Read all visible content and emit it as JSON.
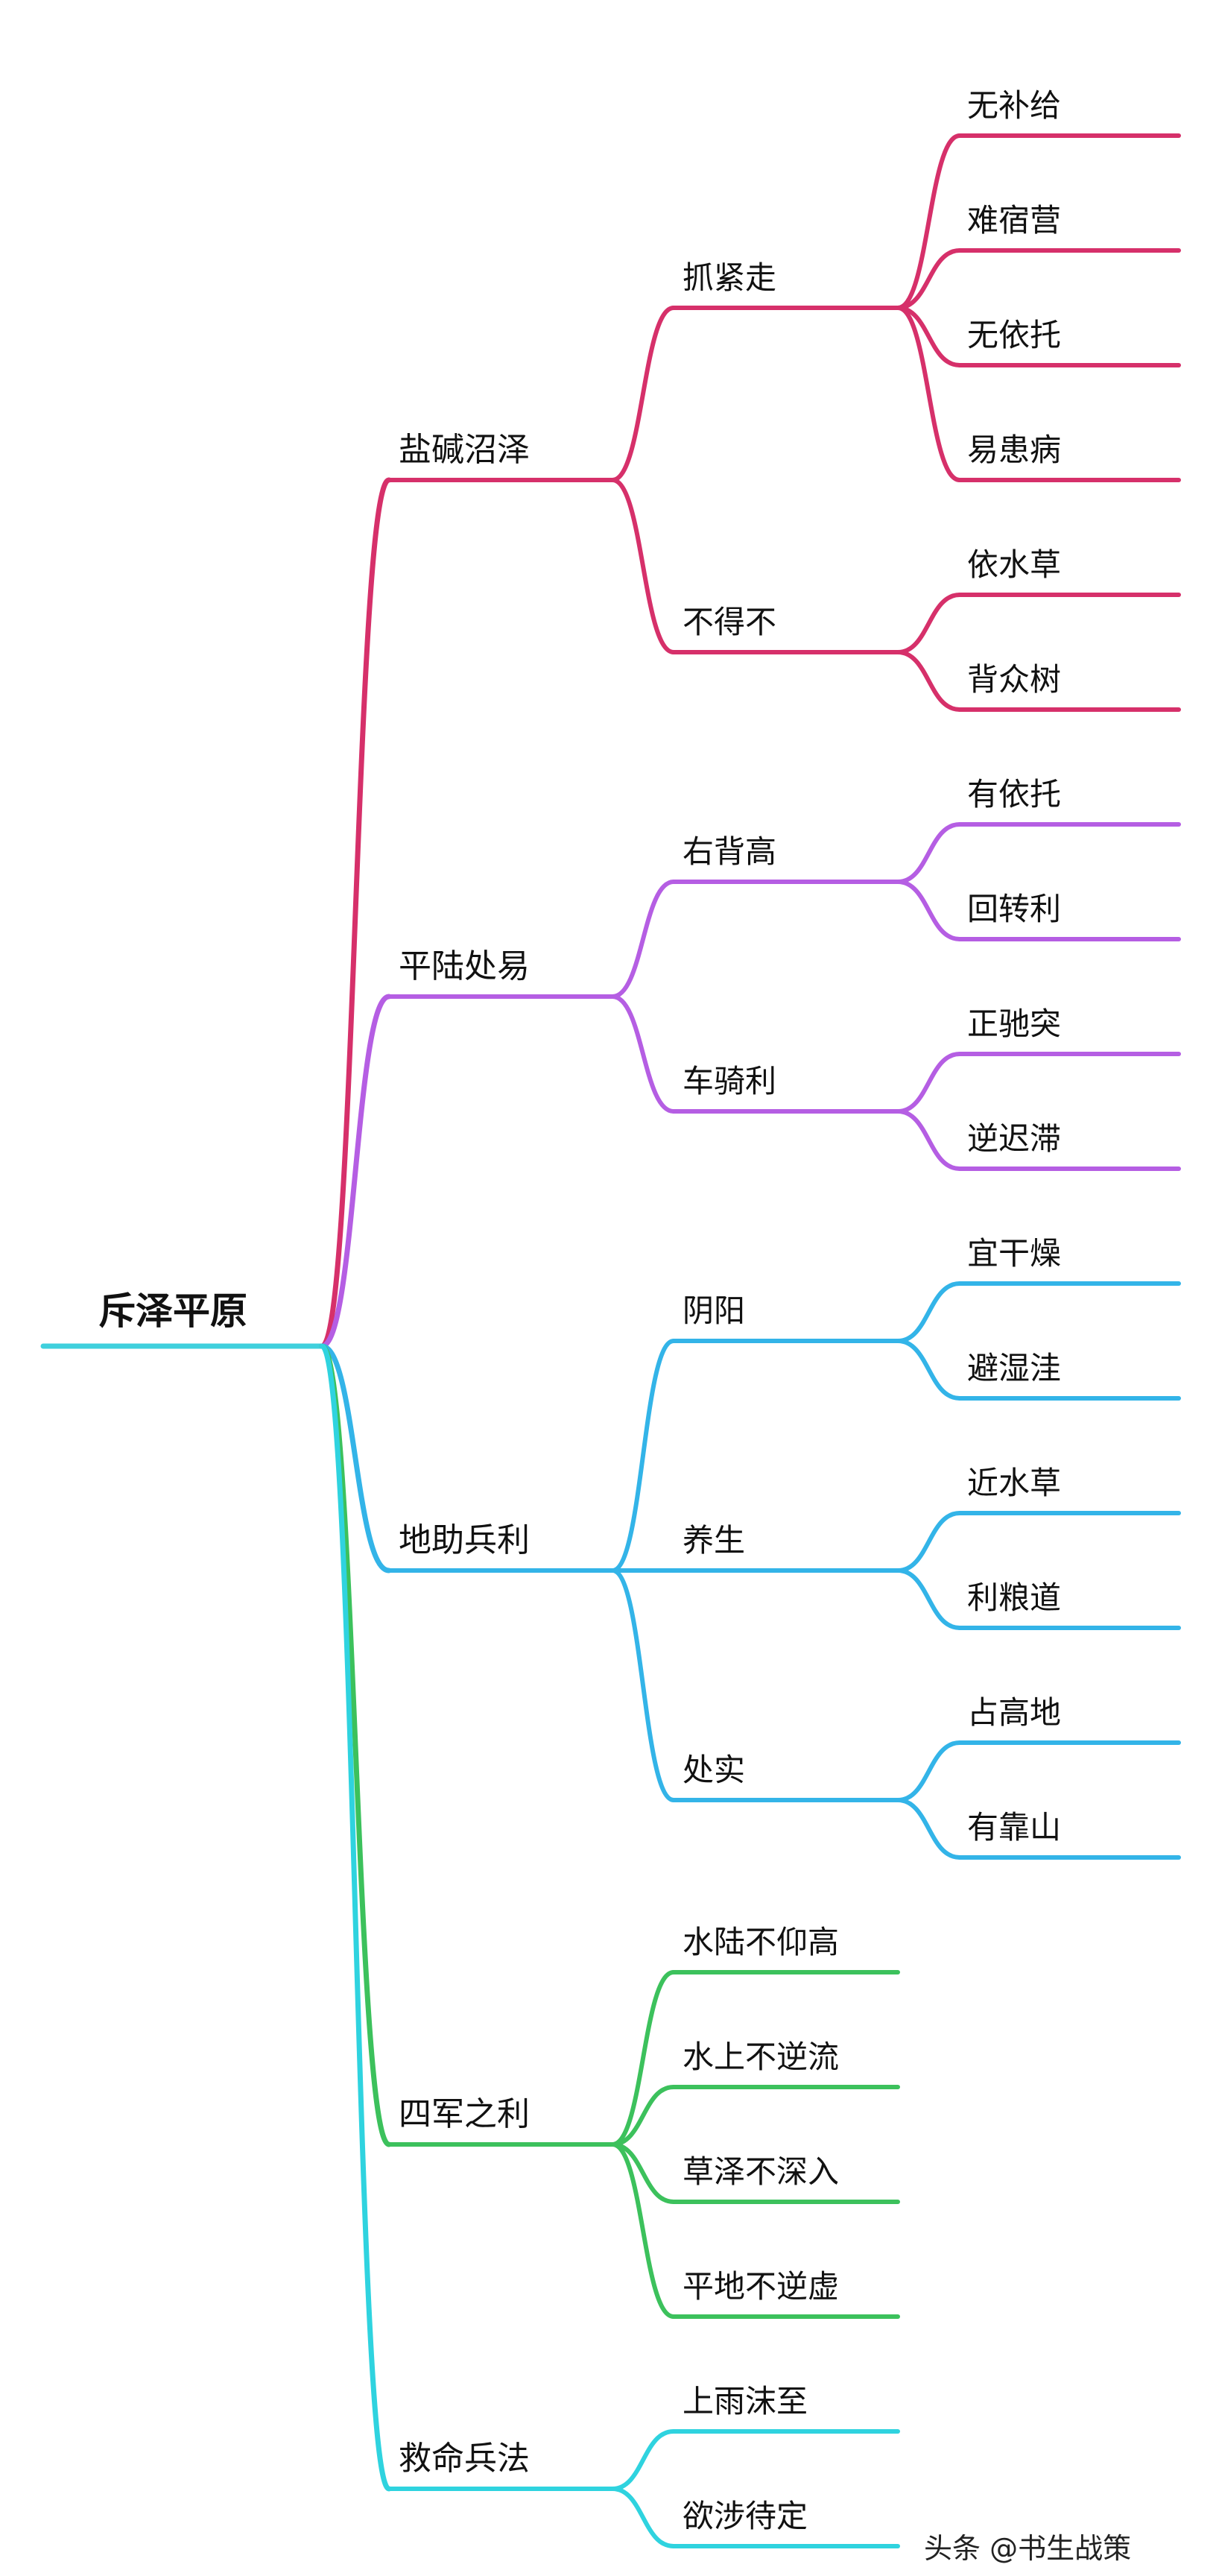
{
  "root": {
    "label": "斥泽平原",
    "color": "#3fd0dd"
  },
  "branches": [
    {
      "label": "盐碱沼泽",
      "color": "#d6306a",
      "children": [
        {
          "label": "抓紧走",
          "children": [
            "无补给",
            "难宿营",
            "无依托",
            "易患病"
          ]
        },
        {
          "label": "不得不",
          "children": [
            "依水草",
            "背众树"
          ]
        }
      ]
    },
    {
      "label": "平陆处易",
      "color": "#b55ee3",
      "children": [
        {
          "label": "右背高",
          "children": [
            "有依托",
            "回转利"
          ]
        },
        {
          "label": "车骑利",
          "children": [
            "正驰突",
            "逆迟滞"
          ]
        }
      ]
    },
    {
      "label": "地助兵利",
      "color": "#33b4e8",
      "children": [
        {
          "label": "阴阳",
          "children": [
            "宜干燥",
            "避湿洼"
          ]
        },
        {
          "label": "养生",
          "children": [
            "近水草",
            "利粮道"
          ]
        },
        {
          "label": "处实",
          "children": [
            "占高地",
            "有靠山"
          ]
        }
      ]
    },
    {
      "label": "四军之利",
      "color": "#3cc15c",
      "children": [
        {
          "label": "水陆不仰高",
          "children": []
        },
        {
          "label": "水上不逆流",
          "children": []
        },
        {
          "label": "草泽不深入",
          "children": []
        },
        {
          "label": "平地不逆虚",
          "children": []
        }
      ]
    },
    {
      "label": "救命兵法",
      "color": "#2fd3df",
      "children": [
        {
          "label": "上雨沫至",
          "children": []
        },
        {
          "label": "欲涉待定",
          "children": []
        }
      ]
    }
  ],
  "watermark": "头条 @书生战策"
}
